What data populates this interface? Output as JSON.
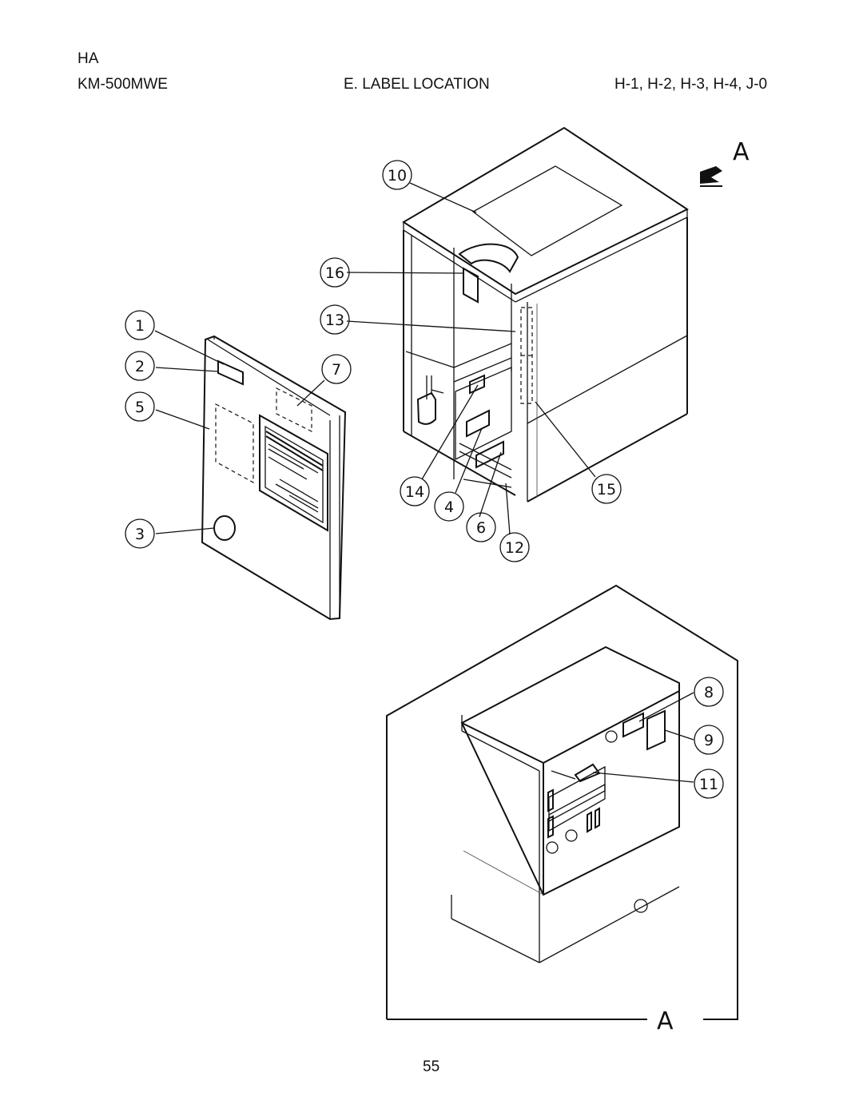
{
  "header": {
    "brand": "HA",
    "model": "KM-500MWE",
    "section": "E.  LABEL LOCATION",
    "serial_codes": "H-1, H-2, H-3, H-4, J-0"
  },
  "diagram": {
    "view_letter": "A",
    "view_letter_bottom": "A",
    "callouts": [
      "1",
      "2",
      "3",
      "4",
      "5",
      "6",
      "7",
      "8",
      "9",
      "10",
      "11",
      "12",
      "13",
      "14",
      "15",
      "16"
    ]
  },
  "footer": {
    "page_number": "55"
  }
}
